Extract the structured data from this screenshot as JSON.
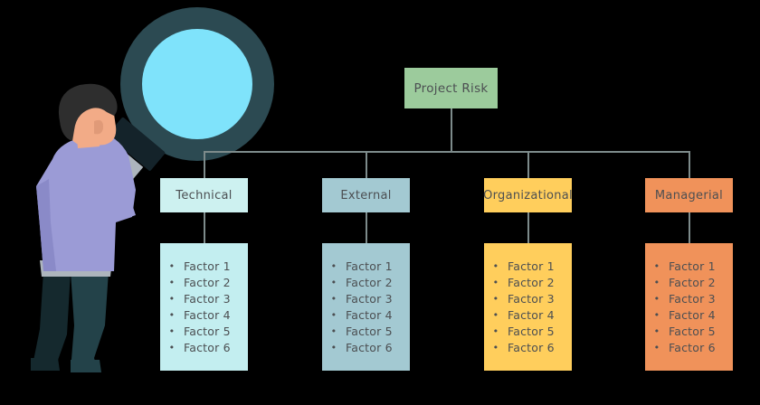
{
  "diagram": {
    "root": {
      "label": "Project Risk",
      "color": "#9ccb9c"
    },
    "branches": [
      {
        "label": "Technical",
        "header_color": "#cdf1f0",
        "list_color": "#c3eef0",
        "factors": [
          "Factor 1",
          "Factor 2",
          "Factor 3",
          "Factor 4",
          "Factor 5",
          "Factor 6"
        ]
      },
      {
        "label": "External",
        "header_color": "#a3c9d2",
        "list_color": "#a3c9d2",
        "factors": [
          "Factor 1",
          "Factor 2",
          "Factor 3",
          "Factor 4",
          "Factor 5",
          "Factor 6"
        ]
      },
      {
        "label": "Organizational",
        "header_color": "#ffce5c",
        "list_color": "#ffce5c",
        "factors": [
          "Factor 1",
          "Factor 2",
          "Factor 3",
          "Factor 4",
          "Factor 5",
          "Factor 6"
        ]
      },
      {
        "label": "Managerial",
        "header_color": "#f0925a",
        "list_color": "#f0925a",
        "factors": [
          "Factor 1",
          "Factor 2",
          "Factor 3",
          "Factor 4",
          "Factor 5",
          "Factor 6"
        ]
      }
    ],
    "bullet_glyph": "•",
    "connector_color": "#7d8b8b",
    "background_color": "#000000",
    "text_color": "#4c4f52"
  },
  "illustration": {
    "name": "person-with-magnifying-glass",
    "colors": {
      "lens": "#7fe3fb",
      "rim": "#2c4a52",
      "handle": "#14232a",
      "grip": "#adb5bd",
      "shirt": "#9b9bd6",
      "shirt_shadow": "#8a8ac8",
      "trousers": "#234249",
      "trousers_shadow": "#15292e",
      "skin": "#f2ab87",
      "hair": "#2e2e2e"
    }
  }
}
